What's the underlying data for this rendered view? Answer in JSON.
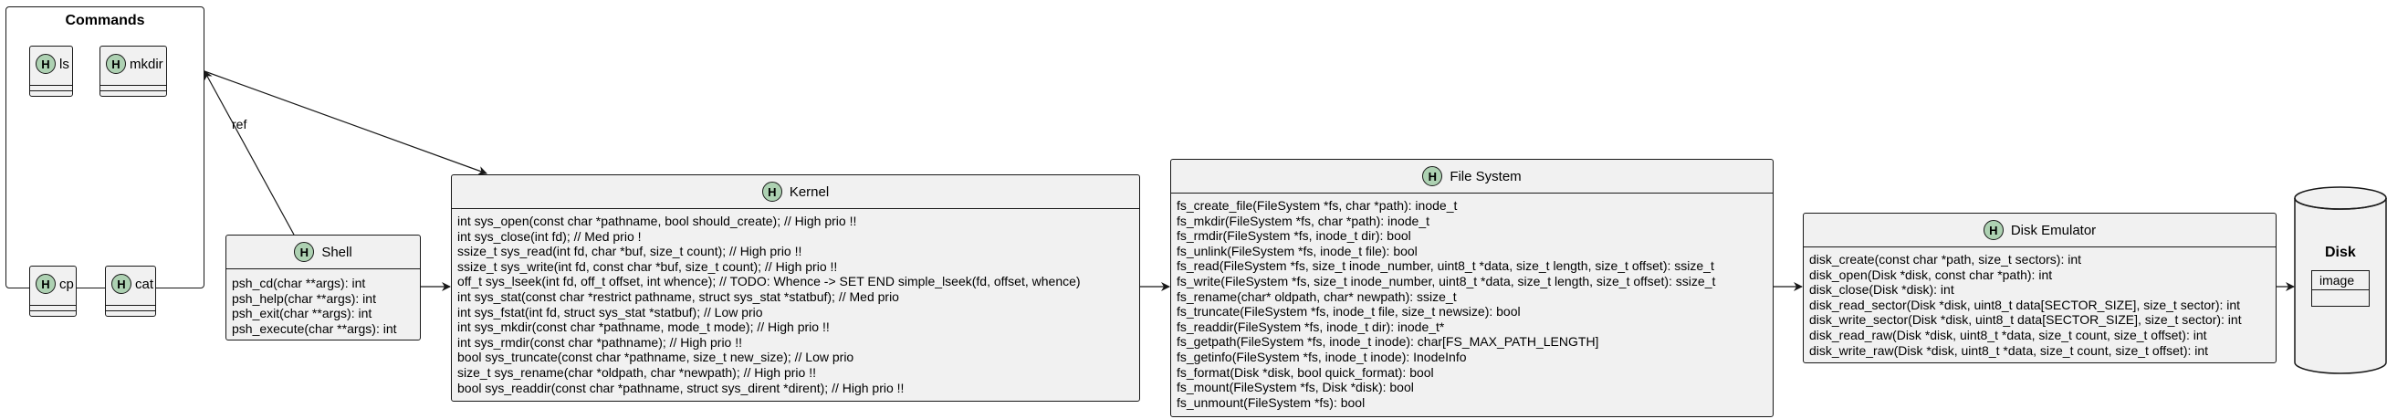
{
  "commands_package": {
    "title": "Commands",
    "classes": [
      {
        "badge": "H",
        "name": "ls"
      },
      {
        "badge": "H",
        "name": "mkdir"
      },
      {
        "badge": "H",
        "name": "cp"
      },
      {
        "badge": "H",
        "name": "cat"
      }
    ]
  },
  "shell": {
    "badge": "H",
    "name": "Shell",
    "methods": [
      "psh_cd(char **args): int",
      "psh_help(char **args): int",
      "psh_exit(char **args): int",
      "psh_execute(char **args): int"
    ]
  },
  "kernel": {
    "badge": "H",
    "name": "Kernel",
    "methods": [
      "int sys_open(const char *pathname, bool should_create); // High prio !!",
      "int sys_close(int fd); // Med prio !",
      "ssize_t sys_read(int fd, char *buf, size_t count); // High prio !!",
      "ssize_t sys_write(int fd, const char *buf, size_t count); // High prio !!",
      "off_t sys_lseek(int fd, off_t offset, int whence); // TODO: Whence -> SET END simple_lseek(fd, offset, whence)",
      "int sys_stat(const char *restrict pathname, struct sys_stat *statbuf); // Med prio",
      "int sys_fstat(int fd, struct sys_stat *statbuf); // Low prio",
      "int sys_mkdir(const char *pathname, mode_t mode); // High prio !!",
      "int sys_rmdir(const char *pathname); // High prio !!",
      "bool sys_truncate(const char *pathname, size_t new_size); // Low prio",
      "size_t sys_rename(char *oldpath, char *newpath); // High prio !!",
      "bool sys_readdir(const char *pathname, struct sys_dirent *dirent); // High prio !!"
    ]
  },
  "filesystem": {
    "badge": "H",
    "name": "File System",
    "methods": [
      "fs_create_file(FileSystem *fs, char *path): inode_t",
      "fs_mkdir(FileSystem *fs, char *path): inode_t",
      "fs_rmdir(FileSystem *fs, inode_t dir): bool",
      "fs_unlink(FileSystem *fs, inode_t file): bool",
      "fs_read(FileSystem *fs, size_t inode_number, uint8_t *data, size_t length, size_t offset): ssize_t",
      "fs_write(FileSystem *fs, size_t inode_number, uint8_t *data, size_t length, size_t offset): ssize_t",
      "fs_rename(char* oldpath, char* newpath): ssize_t",
      "fs_truncate(FileSystem *fs, inode_t file, size_t newsize): bool",
      "fs_readdir(FileSystem *fs, inode_t dir): inode_t*",
      "fs_getpath(FileSystem *fs, inode_t inode): char[FS_MAX_PATH_LENGTH]",
      "fs_getinfo(FileSystem *fs, inode_t inode): InodeInfo",
      "fs_format(Disk *disk, bool quick_format): bool",
      "fs_mount(FileSystem *fs, Disk *disk): bool",
      "fs_unmount(FileSystem *fs): bool"
    ]
  },
  "disk_emulator": {
    "badge": "H",
    "name": "Disk Emulator",
    "methods": [
      "disk_create(const char *path, size_t sectors): int",
      "disk_open(Disk *disk, const char *path): int",
      "disk_close(Disk *disk): int",
      "disk_read_sector(Disk *disk, uint8_t data[SECTOR_SIZE], size_t sector): int",
      "disk_write_sector(Disk *disk, uint8_t data[SECTOR_SIZE], size_t sector): int",
      "disk_read_raw(Disk *disk, uint8_t *data, size_t count, size_t offset): int",
      "disk_write_raw(Disk *disk, uint8_t *data, size_t count, size_t offset): int"
    ]
  },
  "disk": {
    "title": "Disk",
    "item": "image"
  },
  "edges": {
    "shell_to_commands_label": "ref"
  },
  "colors": {
    "class_fill": "#f1f1f1",
    "badge_fill": "#add1b2",
    "stroke": "#181818"
  }
}
